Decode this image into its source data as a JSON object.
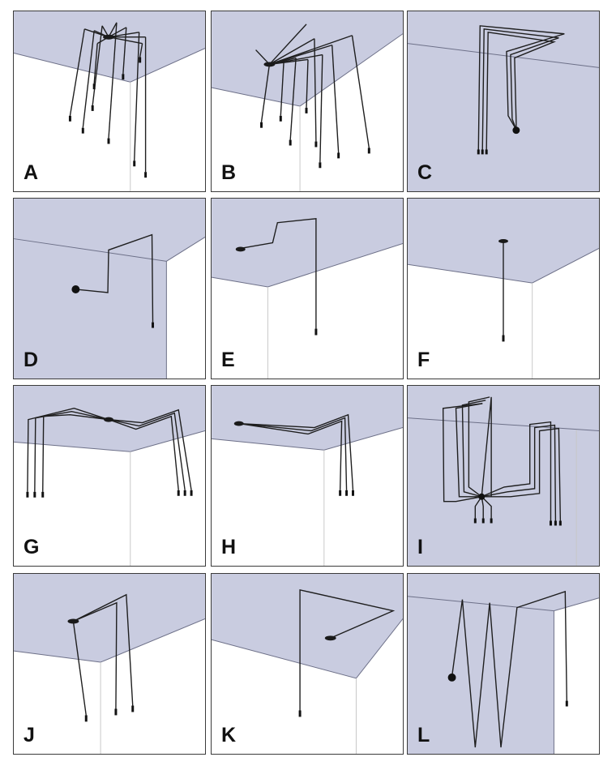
{
  "panels": [
    {
      "id": "A",
      "label": "A"
    },
    {
      "id": "B",
      "label": "B"
    },
    {
      "id": "C",
      "label": "C"
    },
    {
      "id": "D",
      "label": "D"
    },
    {
      "id": "E",
      "label": "E"
    },
    {
      "id": "F",
      "label": "F"
    },
    {
      "id": "G",
      "label": "G"
    },
    {
      "id": "H",
      "label": "H"
    },
    {
      "id": "I",
      "label": "I"
    },
    {
      "id": "J",
      "label": "J"
    },
    {
      "id": "K",
      "label": "K"
    },
    {
      "id": "L",
      "label": "L"
    }
  ]
}
